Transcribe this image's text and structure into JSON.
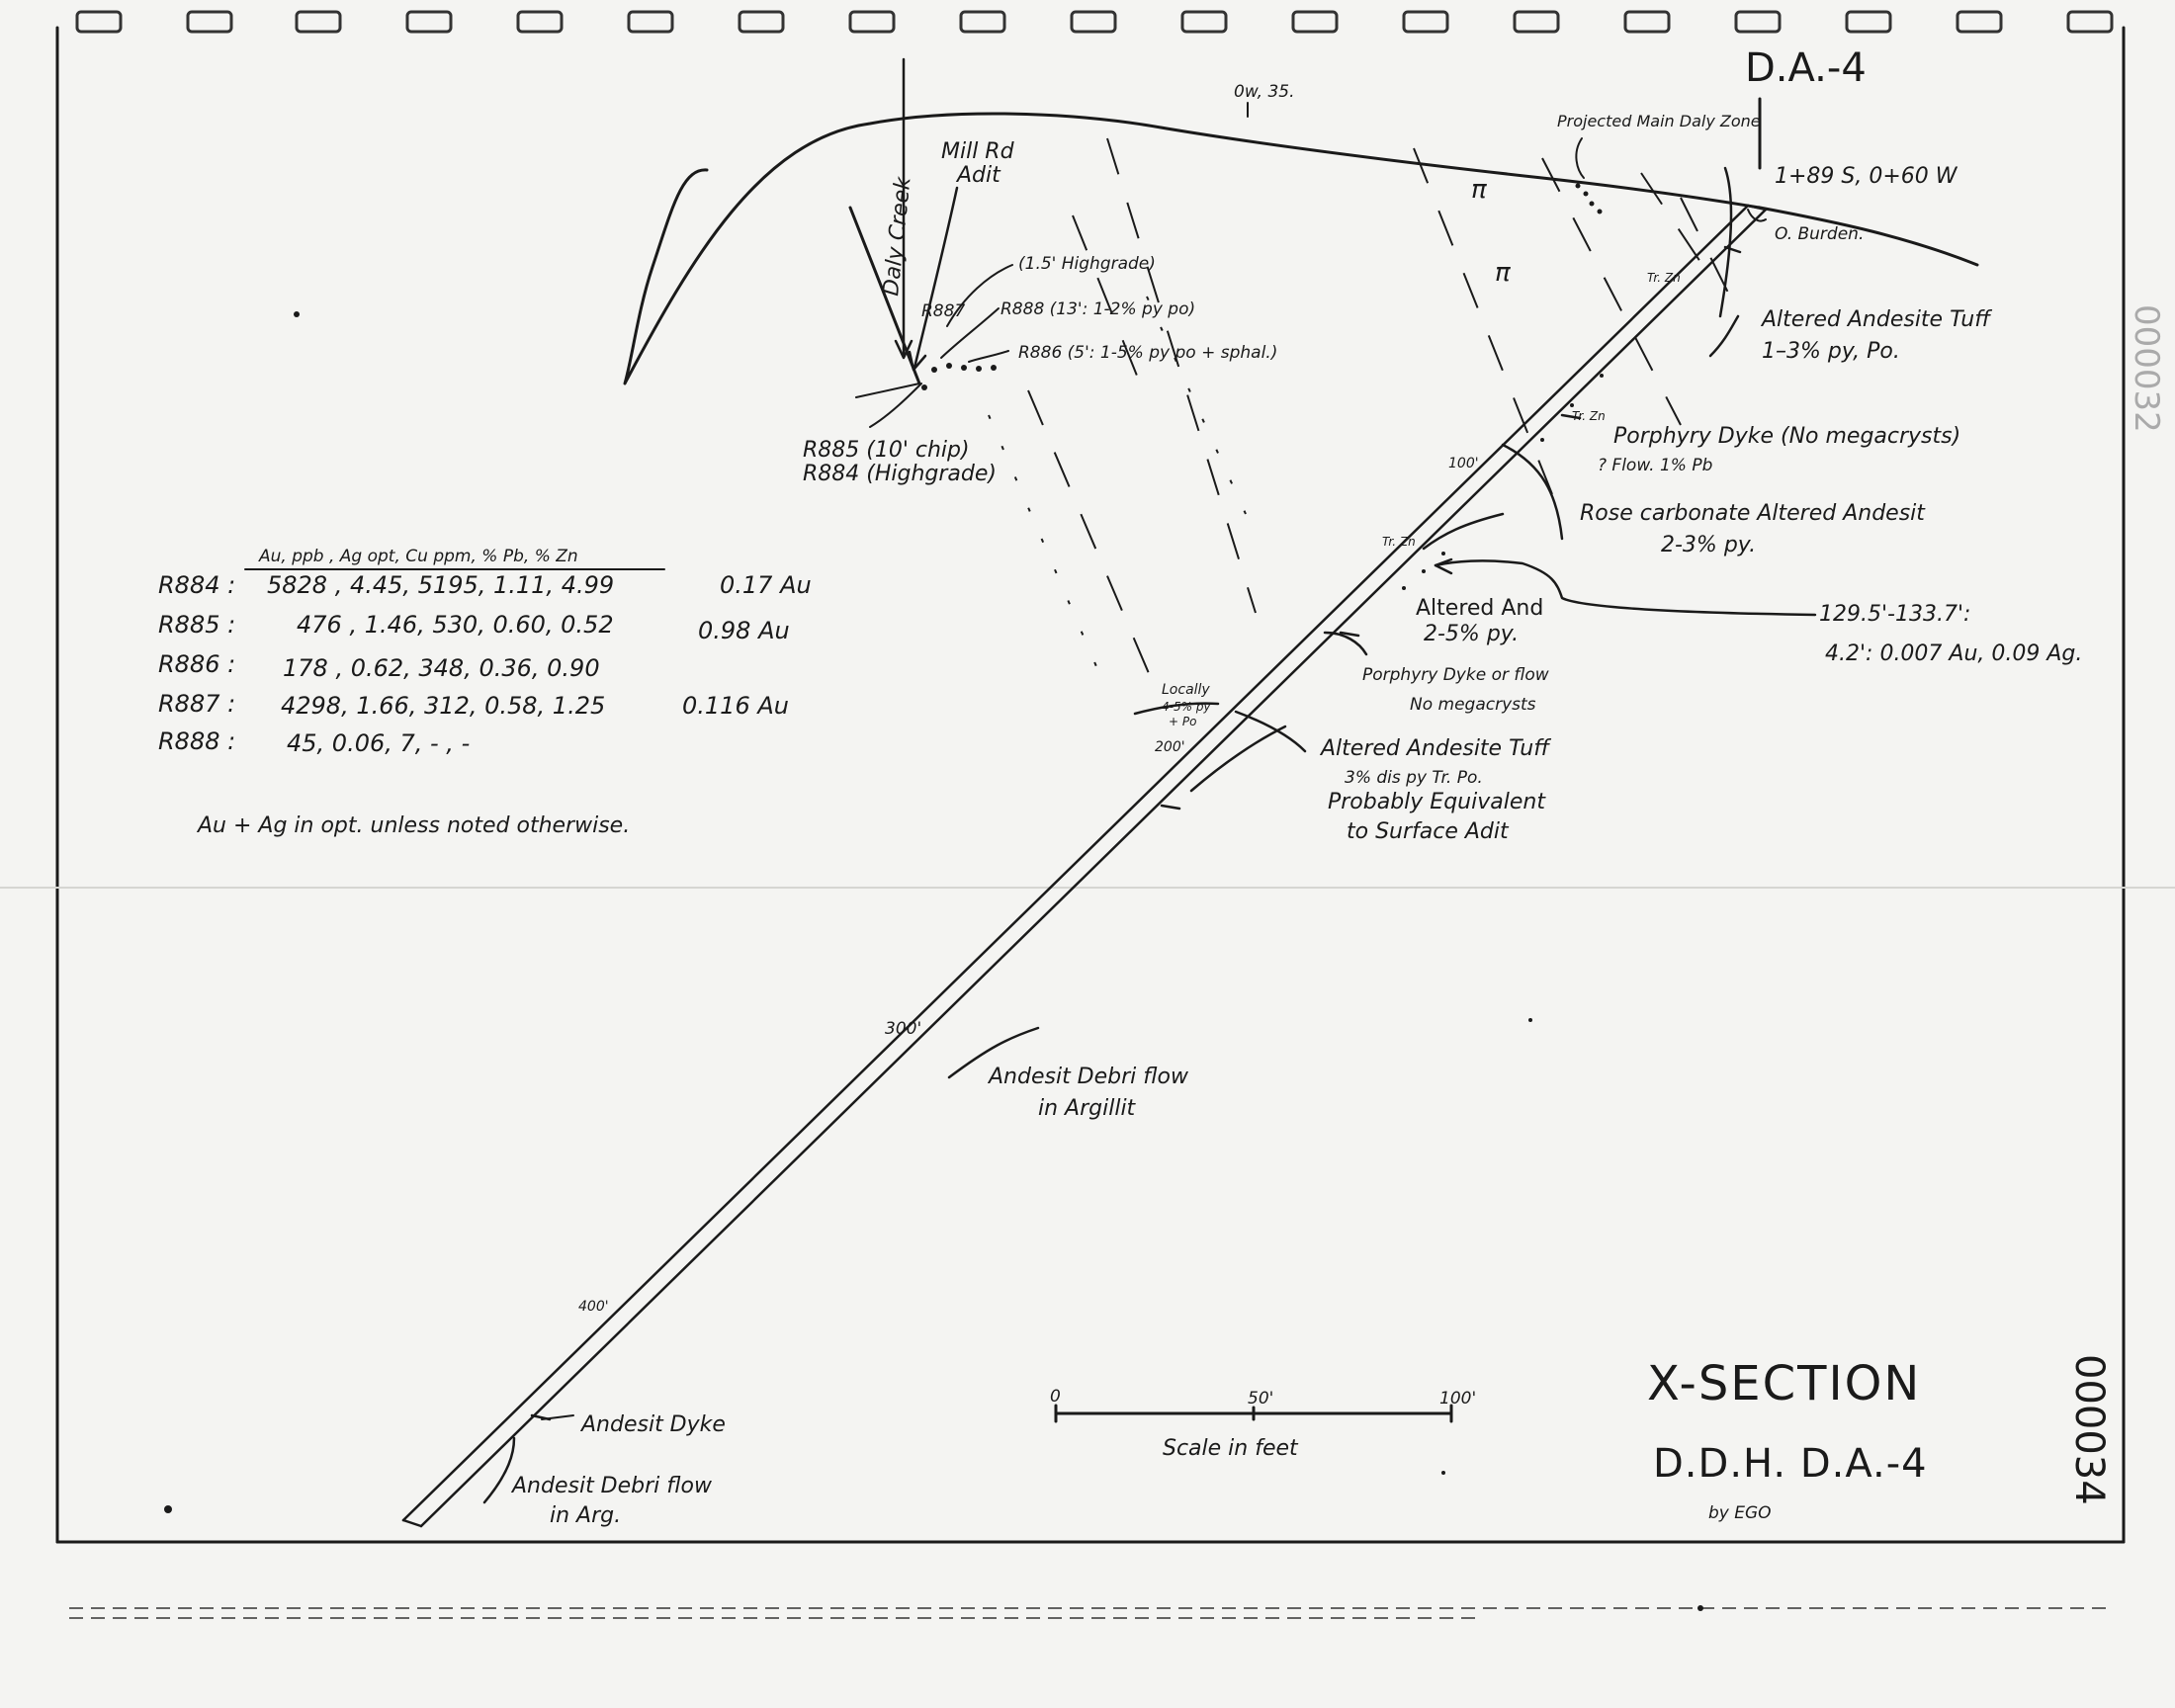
{
  "diagram": {
    "hole": {
      "name": "D.A.-4",
      "collar": "1+89 S, 0+60 W",
      "surface_point": "0w, 35.",
      "overburden": "O. Burden."
    },
    "surface_features": {
      "creek": "Daly Creek",
      "adit": "Mill Rd Adit",
      "projected_zone": "Projected Main Daly Zone",
      "pi_1": "π",
      "pi_2": "π"
    },
    "samples": {
      "r887": "R887",
      "r885": "R885 (10' chip)",
      "r884": "R884 (Highgrade)",
      "r888": "R888 (13': 1-2% py po)",
      "r887_note": "(1.5' Highgrade)",
      "r886": "R886 (5': 1-5% py po + sphal.)"
    },
    "depth_marks": {
      "d100": "100'",
      "d200": "200'",
      "d300": "300'",
      "d400": "400'"
    },
    "small_notes": {
      "tr_zn_1": "Tr. Zn",
      "tr_zn_2": "Tr. Zn",
      "tr_zn_3": "Tr. Zn",
      "locally_1": "Locally",
      "locally_2": "4-5% py",
      "locally_3": "+ Po"
    },
    "units": {
      "u1_l1": "Altered Andesite Tuff",
      "u1_l2": "1–3% py, Po.",
      "u2_l1": "Porphyry Dyke (No megacrysts)",
      "u2_l2": "? Flow. 1% Pb",
      "u3_l1": "Rose carbonate Altered Andesit",
      "u3_l2": "2-3% py.",
      "u4_l1": "Altered And",
      "u4_l2": "2-5% py.",
      "u5_l1": "Porphyry Dyke or flow",
      "u5_l2": "No megacrysts",
      "u6_l1": "Altered Andesite Tuff",
      "u6_l2": "3% dis py Tr. Po.",
      "u6_l3": "Probably Equivalent",
      "u6_l4": "to Surface Adit",
      "u7_l1": "Andesit Debri flow",
      "u7_l2": "in Argillit",
      "u8": "Andesit Dyke",
      "u9_l1": "Andesit Debri flow",
      "u9_l2": "in Arg."
    },
    "intercept": {
      "line1": "129.5'-133.7':",
      "line2": "4.2': 0.007 Au, 0.09 Ag."
    },
    "assay_table": {
      "header": "Au, ppb , Ag opt, Cu ppm, % Pb, % Zn",
      "rows": [
        {
          "id": "R884 :",
          "vals": "5828 , 4.45, 5195, 1.11, 4.99",
          "au": "0.17 Au"
        },
        {
          "id": "R885 :",
          "vals": "476 , 1.46, 530, 0.60, 0.52",
          "au": "0.98 Au"
        },
        {
          "id": "R886 :",
          "vals": "178 , 0.62, 348, 0.36, 0.90",
          "au": ""
        },
        {
          "id": "R887 :",
          "vals": "4298, 1.66, 312, 0.58, 1.25",
          "au": "0.116 Au"
        },
        {
          "id": "R888 :",
          "vals": "45, 0.06, 7, - , -",
          "au": ""
        }
      ],
      "note": "Au + Ag in opt. unless noted otherwise."
    },
    "scale": {
      "t0": "0",
      "t50": "50'",
      "t100": "100'",
      "label": "Scale in feet"
    },
    "title": {
      "line1": "X-SECTION",
      "line2": "D.D.H. D.A.-4",
      "author": "by EGO"
    },
    "margin_stamps": {
      "top": "000032",
      "bottom": "000034"
    }
  }
}
